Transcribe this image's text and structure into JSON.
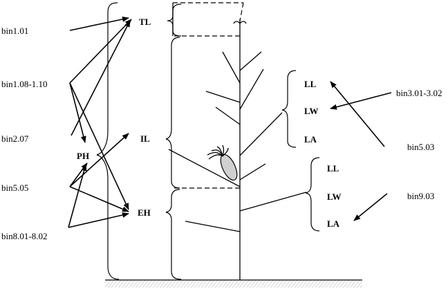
{
  "bins": {
    "b1_01": "bin1.01",
    "b1_08": "bin1.08-1.10",
    "b2_07": "bin2.07",
    "b5_05": "bin5.05",
    "b8_01": "bin8.01-8.02",
    "b3_01": "bin3.01-3.02",
    "b5_03": "bin5.03",
    "b9_03": "bin9.03"
  },
  "traits": {
    "tl": "TL",
    "il": "IL",
    "eh": "EH",
    "ph": "PH",
    "upper": {
      "ll": "LL",
      "lw": "LW",
      "la": "LA"
    },
    "lower": {
      "ll": "LL",
      "lw": "LW",
      "la": "LA"
    }
  }
}
